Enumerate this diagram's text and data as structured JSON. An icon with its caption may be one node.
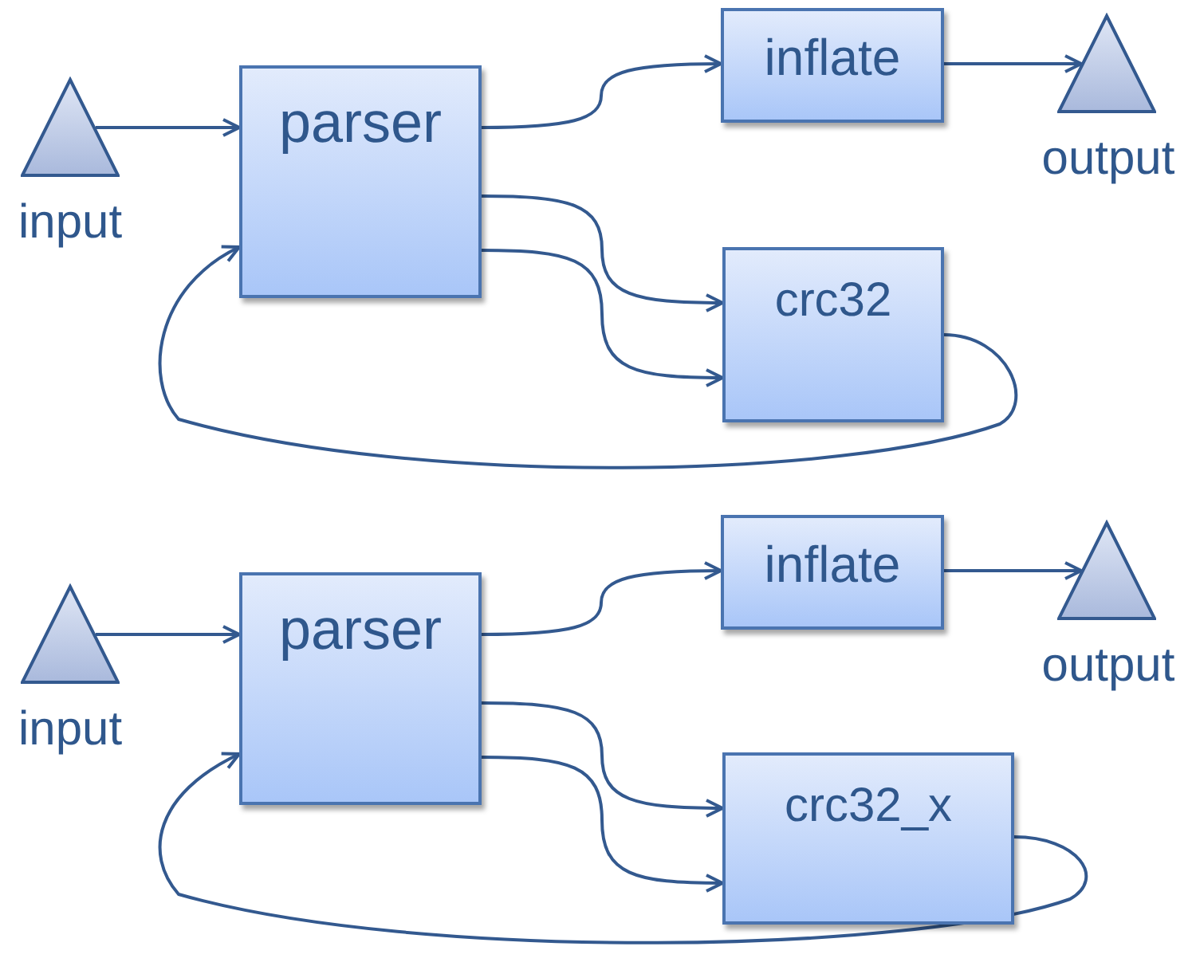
{
  "diagram": {
    "nodes": [
      {
        "text": [
          "input"
        ]
      },
      {
        "text": [
          "parser"
        ]
      },
      {
        "text": [
          "inflate"
        ]
      },
      {
        "text": [
          "output"
        ]
      },
      {
        "text": [
          "crc32"
        ]
      },
      {
        "text": [
          "input"
        ]
      },
      {
        "text": [
          "parser"
        ]
      },
      {
        "text": [
          "inflate"
        ]
      },
      {
        "text": [
          "output"
        ]
      },
      {
        "text": [
          "crc32_x"
        ]
      }
    ],
    "edges": [
      {
        "from": 0,
        "to": 1,
        "arrow": "to"
      },
      {
        "from": 1,
        "to": 2,
        "arrow": "to"
      },
      {
        "from": 2,
        "to": 3,
        "arrow": "to"
      },
      {
        "from": 1,
        "to": 4,
        "arrow": "to"
      },
      {
        "from": 1,
        "to": 4,
        "arrow": "to"
      },
      {
        "from": 4,
        "to": 1,
        "arrow": "to"
      },
      {
        "from": 5,
        "to": 6,
        "arrow": "to"
      },
      {
        "from": 6,
        "to": 7,
        "arrow": "to"
      },
      {
        "from": 7,
        "to": 8,
        "arrow": "to"
      },
      {
        "from": 6,
        "to": 9,
        "arrow": "to"
      },
      {
        "from": 6,
        "to": 9,
        "arrow": "to"
      },
      {
        "from": 9,
        "to": 6,
        "arrow": "to"
      }
    ]
  }
}
